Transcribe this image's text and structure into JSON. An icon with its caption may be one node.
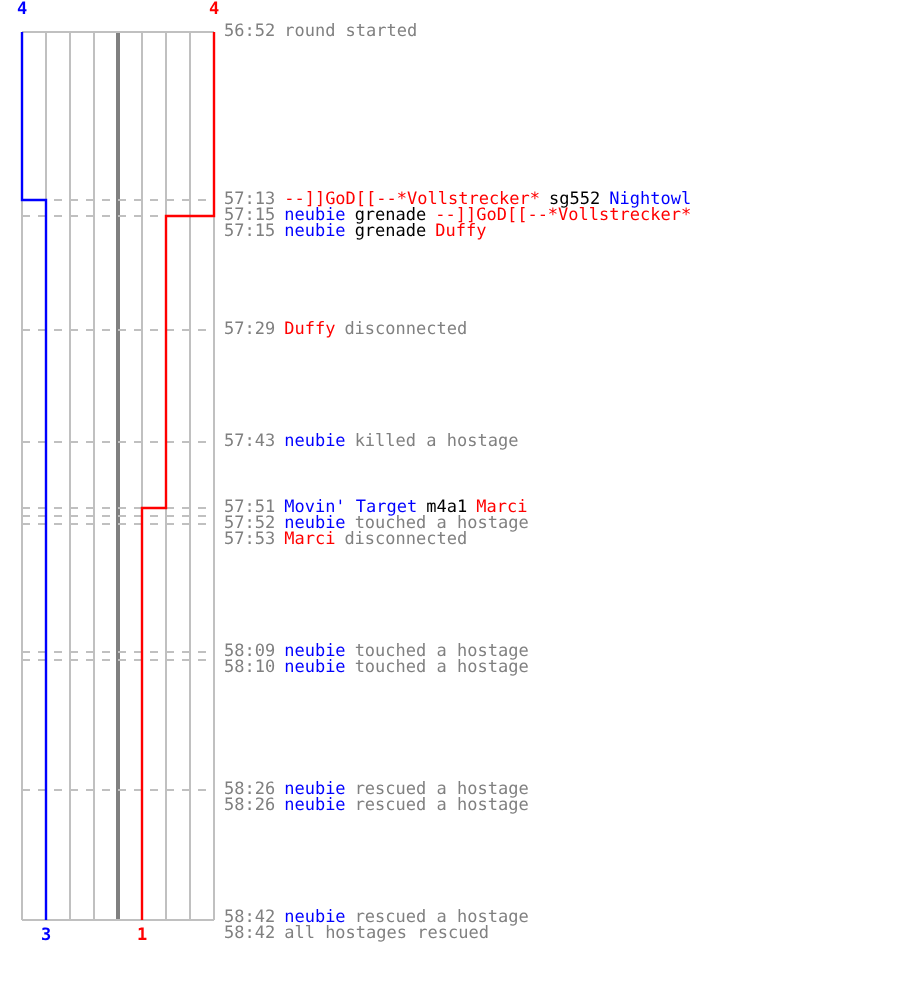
{
  "diagram": {
    "nodes": [
      {
        "text": [
          "56:52",
          "round started"
        ]
      },
      {
        "text": [
          "57:13",
          "--]]GoD[[--*Vollstrecker*",
          "sg552",
          "Nightowl"
        ]
      },
      {
        "text": [
          "57:15",
          "neubie",
          "grenade",
          "--]]GoD[[--*Vollstrecker*"
        ]
      },
      {
        "text": [
          "57:15",
          "neubie",
          "grenade",
          "Duffy"
        ]
      },
      {
        "text": [
          "57:29",
          "Duffy",
          "disconnected"
        ]
      },
      {
        "text": [
          "57:43",
          "neubie",
          "killed a hostage"
        ]
      },
      {
        "text": [
          "57:51",
          "Movin' Target",
          "m4a1",
          "Marci"
        ]
      },
      {
        "text": [
          "57:52",
          "neubie",
          "touched a hostage"
        ]
      },
      {
        "text": [
          "57:53",
          "Marci",
          "disconnected"
        ]
      },
      {
        "text": [
          "58:09",
          "neubie",
          "touched a hostage"
        ]
      },
      {
        "text": [
          "58:10",
          "neubie",
          "touched a hostage"
        ]
      },
      {
        "text": [
          "58:26",
          "neubie",
          "rescued a hostage"
        ]
      },
      {
        "text": [
          "58:26",
          "neubie",
          "rescued a hostage"
        ]
      },
      {
        "text": [
          "58:42",
          "neubie",
          "rescued a hostage"
        ]
      },
      {
        "text": [
          "58:42",
          "all hostages rescued"
        ]
      }
    ],
    "labels": [
      "4",
      "4",
      "3",
      "1"
    ]
  }
}
